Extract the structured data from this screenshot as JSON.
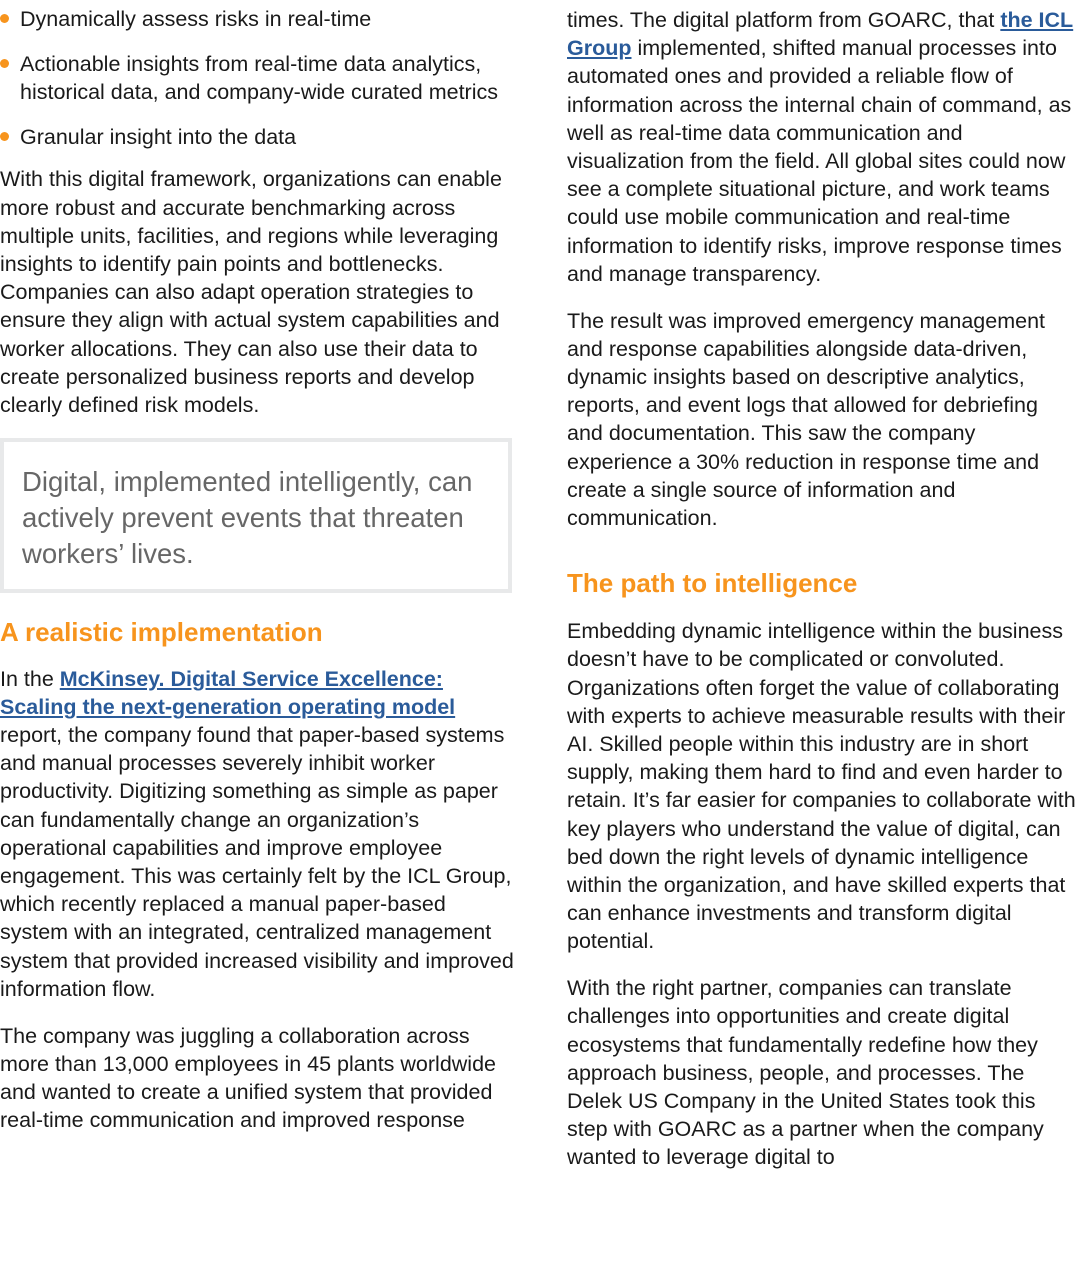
{
  "left_column": {
    "bullets": [
      "Dynamically assess risks in real-time",
      "Actionable insights from real-time data analytics, historical data, and company-wide curated metrics",
      "Granular insight into the data"
    ],
    "paragraph_framework": "With this digital framework, organizations can enable more robust and accurate benchmarking across multiple units, facilities, and regions while leveraging insights to identify pain points and bottlenecks. Companies can also adapt operation strategies to ensure they align with actual system capabilities and worker allocations. They can also use their data to create personalized business reports and develop clearly defined risk models.",
    "pull_quote": "Digital, implemented intelligently, can actively prevent events that threaten workers’ lives.",
    "section_heading": "A realistic implementation",
    "implementation_paragraph": {
      "prefix": "In the ",
      "link_text": "McKinsey. Digital Service Excellence: Scaling the next-generation operating model",
      "suffix": " report, the company found that paper-based systems and manual processes severely inhibit worker productivity. Digitizing something as simple as paper can fundamentally change an organization’s operational capabilities and improve employee engagement. This was certainly felt by the ICL Group, which recently replaced a manual paper-based system with an integrated, centralized management system that provided increased visibility and improved information flow."
    },
    "paragraph_juggling": "The company was juggling a collaboration across more than 13,000 employees in 45 plants worldwide and wanted to create a unified system that provided real-time communication and improved response"
  },
  "right_column": {
    "continued_paragraph": {
      "prefix": "times. The digital platform from GOARC, that ",
      "link_text": "the ICL Group",
      "suffix": " implemented, shifted manual processes into automated ones and provided a reliable flow of information across the internal chain of command, as well as real-time data communication and visualization from the field. All global sites could now see a complete situational picture, and work teams could use mobile communication and real-time information to identify risks, improve response times and manage transparency."
    },
    "result_paragraph": "The result was improved emergency management and response capabilities alongside data-driven, dynamic insights based on descriptive analytics, reports, and event logs that allowed for debriefing and documentation. This saw the company experience a 30% reduction in response time and create a single source of information and communication.",
    "section_heading": "The path to intelligence",
    "embedding_paragraph": "Embedding dynamic intelligence within the business doesn’t have to be complicated or convoluted. Organizations often forget the value of collaborating with experts to achieve measurable results with their AI. Skilled people within this industry are in short supply, making them hard to find and even harder to retain. It’s far easier for companies to collaborate with key players who understand the value of digital, can bed down the right levels of dynamic intelligence within the organization, and have skilled experts that can enhance investments and transform digital potential.",
    "partner_paragraph": "With the right partner, companies can translate challenges into opportunities and create digital ecosystems that fundamentally redefine how they approach business, people, and processes. The Delek US Company in the United States took this step with GOARC as a partner when the company wanted to leverage digital to"
  },
  "colors": {
    "accent_orange": "#f7941d",
    "link_blue": "#2a5b9a",
    "quote_gray": "#676767",
    "quote_border": "#e8e9ea",
    "body_text": "#1a1a1a"
  }
}
